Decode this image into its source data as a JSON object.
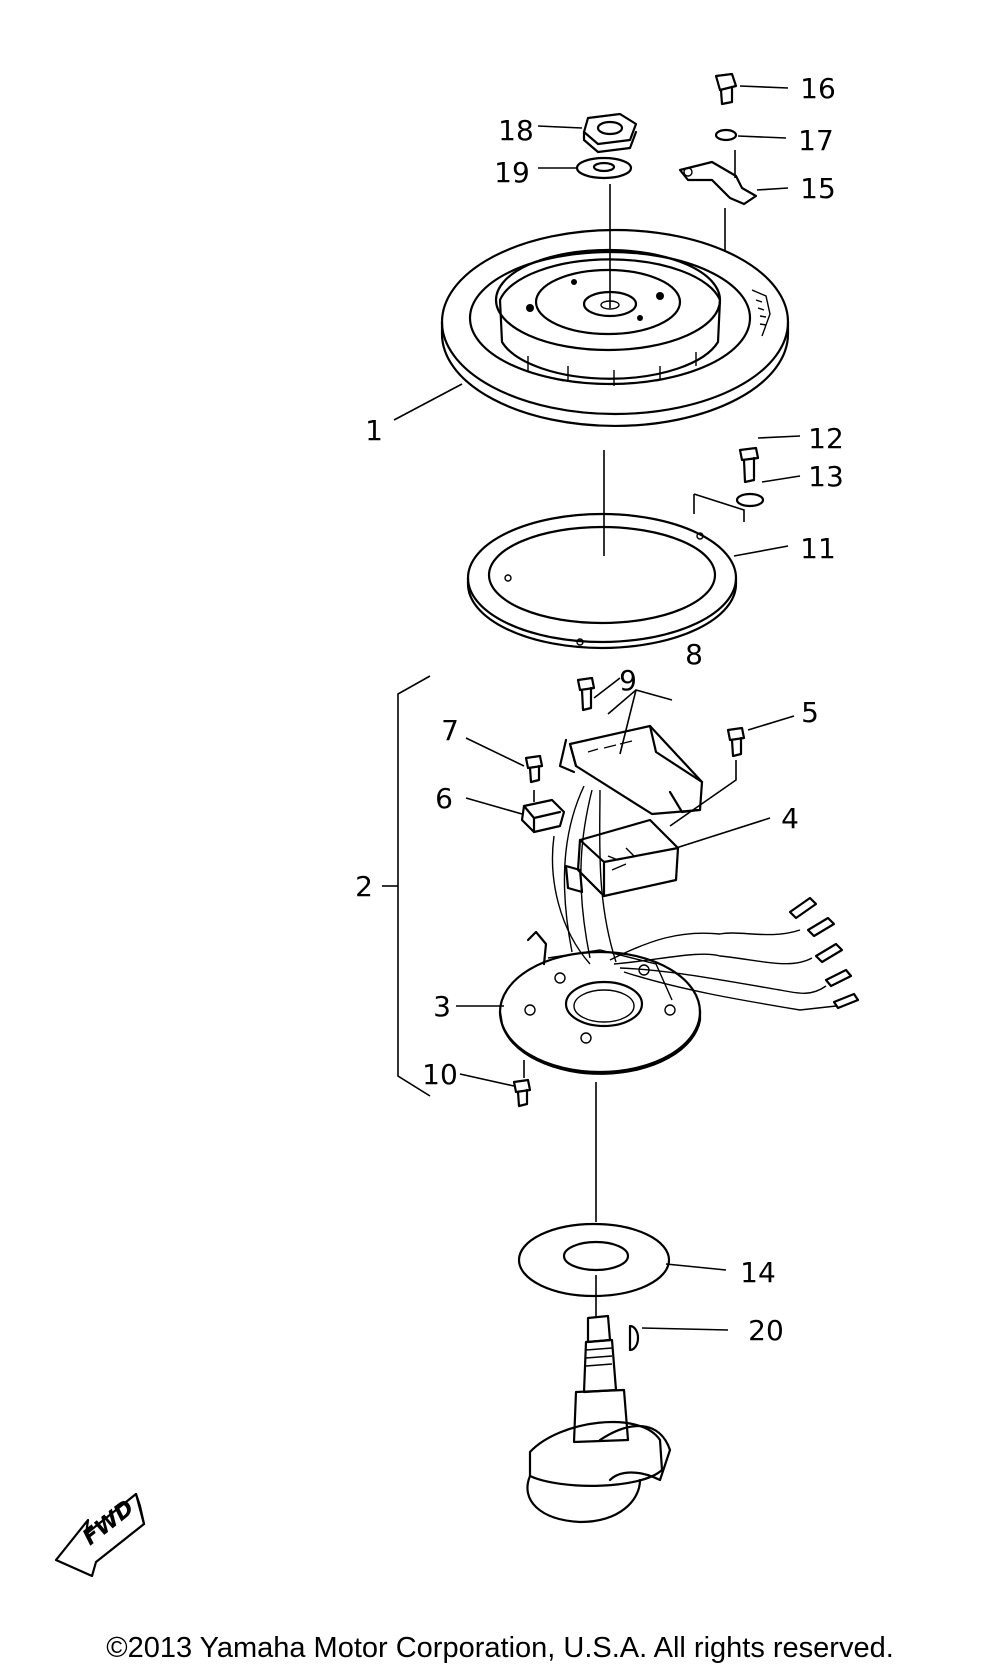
{
  "callouts": {
    "p1": "1",
    "p2": "2",
    "p3": "3",
    "p4": "4",
    "p5": "5",
    "p6": "6",
    "p7": "7",
    "p8": "8",
    "p9": "9",
    "p10": "10",
    "p11": "11",
    "p12": "12",
    "p13": "13",
    "p14": "14",
    "p15": "15",
    "p16": "16",
    "p17": "17",
    "p18": "18",
    "p19": "19",
    "p20": "20"
  },
  "fwd_arrow": {
    "label": "FWD",
    "icon": "forward-arrow-icon"
  },
  "copyright": "©2013 Yamaha Motor Corporation, U.S.A. All rights reserved."
}
